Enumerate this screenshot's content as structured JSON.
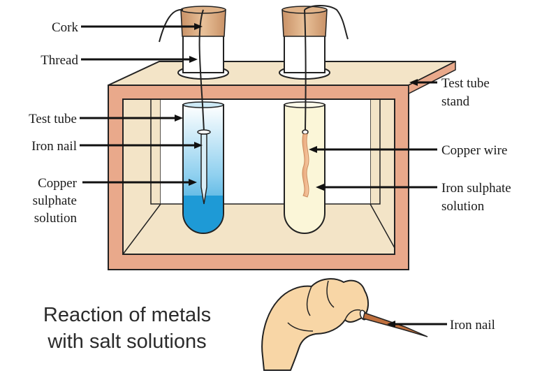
{
  "labels": {
    "cork": "Cork",
    "thread": "Thread",
    "test_tube": "Test tube",
    "iron_nail_left": "Iron nail",
    "copper_sulphate": [
      "Copper",
      "sulphate",
      "solution"
    ],
    "stand": [
      "Test tube",
      "stand"
    ],
    "copper_wire": "Copper wire",
    "iron_sulphate": [
      "Iron sulphate",
      "solution"
    ],
    "iron_nail_hand": "Iron nail"
  },
  "title": {
    "line1": "Reaction of metals",
    "line2": "with salt solutions"
  },
  "colors": {
    "stand_frame": "#e9a98b",
    "stand_panel": "#f3e4c7",
    "copper_sulphate": "#1e9ad6",
    "iron_sulphate": "#fbf6d8",
    "cork": "#d9a878",
    "skin": "#f8d6a6",
    "nail": "#c0703e"
  }
}
